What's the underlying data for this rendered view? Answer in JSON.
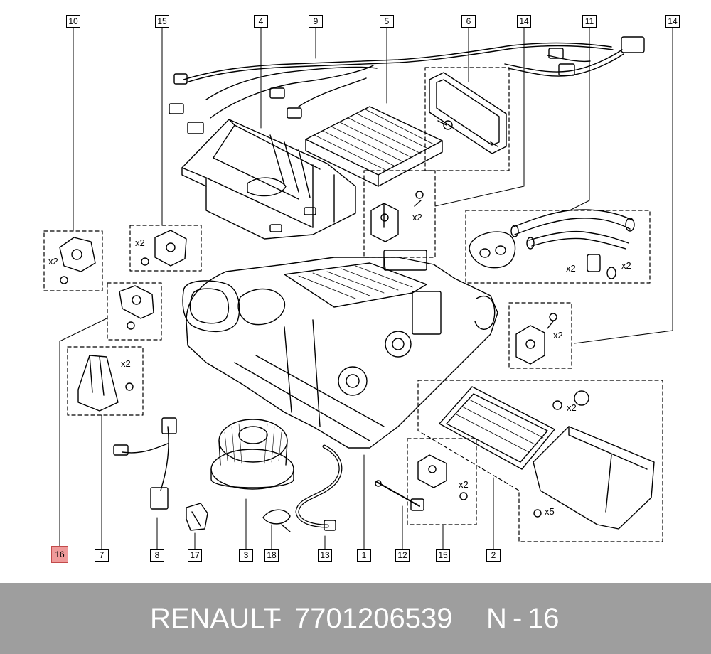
{
  "parts": {
    "p10": "10",
    "p15a": "15",
    "p4": "4",
    "p9": "9",
    "p5": "5",
    "p6": "6",
    "p14a": "14",
    "p11": "11",
    "p14b": "14",
    "p16": "16",
    "p7": "7",
    "p8": "8",
    "p17": "17",
    "p3": "3",
    "p18": "18",
    "p13": "13",
    "p1": "1",
    "p12": "12",
    "p15b": "15",
    "p2": "2"
  },
  "quantities": {
    "q1": "x2",
    "q2": "x2",
    "q3": "x2",
    "q4": "x2",
    "q5": "x2",
    "q6": "x2",
    "q7": "x2",
    "q8": "x2",
    "q9": "x2",
    "q10": "x5"
  },
  "footer": {
    "brand": "RENAULT",
    "sep": "-",
    "part_number": "7701206539",
    "ref_prefix": "N",
    "ref_sep": "-",
    "ref_number": "16"
  },
  "colors": {
    "highlight": "#ef9a9a",
    "footer_bg": "#9e9e9e",
    "footer_text": "#ffffff"
  }
}
